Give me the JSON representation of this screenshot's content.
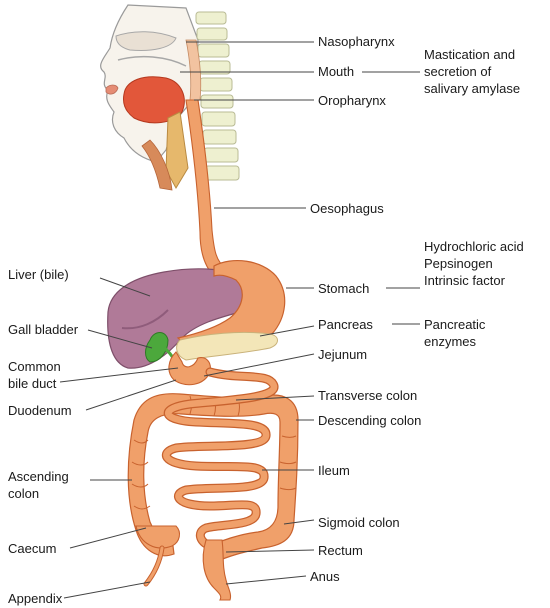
{
  "labels": {
    "nasopharynx": "Nasopharynx",
    "mouth": "Mouth",
    "oropharynx": "Oropharynx",
    "oesophagus": "Oesophagus",
    "liver": "Liver (bile)",
    "stomach": "Stomach",
    "gall_bladder": "Gall bladder",
    "pancreas": "Pancreas",
    "common_bile_duct_line1": "Common",
    "common_bile_duct_line2": "bile duct",
    "jejunum": "Jejunum",
    "duodenum": "Duodenum",
    "transverse_colon": "Transverse colon",
    "descending_colon": "Descending colon",
    "ascending_colon_line1": "Ascending",
    "ascending_colon_line2": "colon",
    "ileum": "Ileum",
    "caecum": "Caecum",
    "sigmoid_colon": "Sigmoid colon",
    "rectum": "Rectum",
    "anus": "Anus",
    "appendix": "Appendix"
  },
  "functions": {
    "mouth_line1": "Mastication and",
    "mouth_line2": "secretion of",
    "mouth_line3": "salivary amylase",
    "stomach_line1": "Hydrochloric acid",
    "stomach_line2": "Pepsinogen",
    "stomach_line3": "Intrinsic factor",
    "pancreas_line1": "Pancreatic",
    "pancreas_line2": "enzymes"
  },
  "colors": {
    "gut": "#f0a06a",
    "gut_dark": "#c8622e",
    "liver": "#b07a98",
    "liver_dark": "#7e4f6a",
    "gallbladder": "#4ca83c",
    "pancreas": "#f3e6b8",
    "tongue": "#e2573a",
    "spine": "#eef0d0",
    "head_outline": "#9a9a9a",
    "leader_line": "#444444"
  }
}
